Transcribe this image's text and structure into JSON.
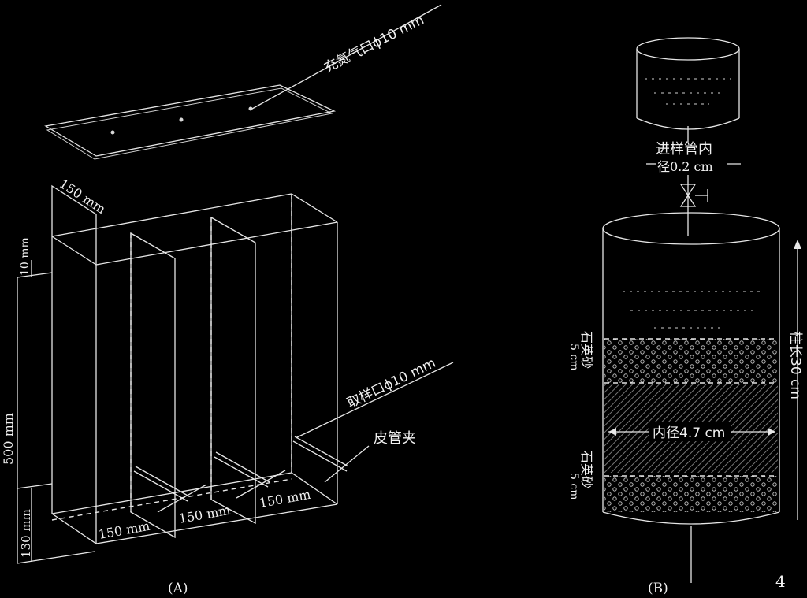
{
  "panel_a": {
    "label": "(A)",
    "labels": {
      "nitrogen_port": "充氮气口ϕ10 mm",
      "sampling_port": "取样口ϕ10 mm",
      "hose_clamp": "皮管夹",
      "depth_top": "150 mm",
      "height_total": "500 mm",
      "height_top": "10 mm",
      "height_bottom": "130 mm",
      "width_1": "150 mm",
      "width_2": "150 mm",
      "width_3": "150 mm"
    }
  },
  "panel_b": {
    "label": "(B)",
    "labels": {
      "inlet_tube": "进样管内",
      "inlet_tube_2": "径0.2 cm",
      "column_height": "柱长30 cm",
      "inner_diameter": "内径4.7 cm",
      "quartz_sand_top": "石英砂",
      "quartz_sand_top_h": "5 cm",
      "quartz_sand_bottom": "石英砂",
      "quartz_sand_bottom_h": "5 cm",
      "corner_mark": "4"
    }
  }
}
